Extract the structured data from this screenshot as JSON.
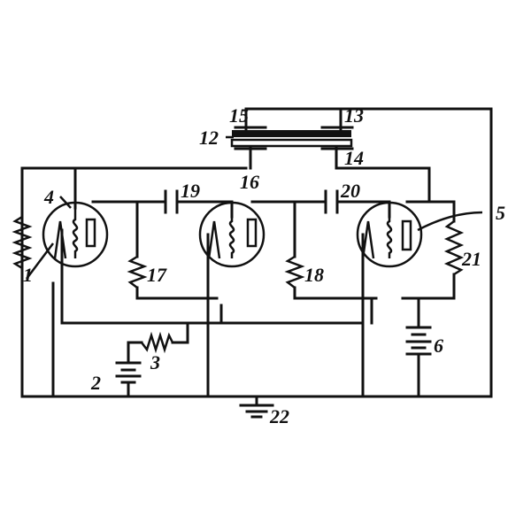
{
  "diagram": {
    "labels": {
      "n1": "1",
      "n2": "2",
      "n3": "3",
      "n4": "4",
      "n5": "5",
      "n6": "6",
      "n12": "12",
      "n13": "13",
      "n14": "14",
      "n15": "15",
      "n16": "16",
      "n17": "17",
      "n18": "18",
      "n19": "19",
      "n20": "20",
      "n21": "21",
      "n22": "22"
    }
  }
}
